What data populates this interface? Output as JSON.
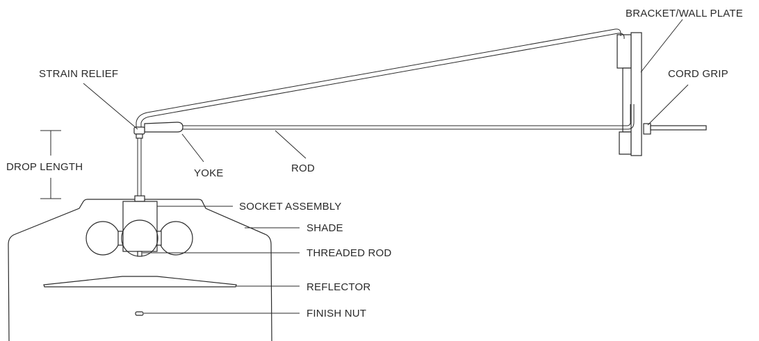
{
  "diagram": {
    "labels": {
      "bracket": "BRACKET/WALL PLATE",
      "cord_grip": "CORD GRIP",
      "strain_relief": "STRAIN RELIEF",
      "drop_length": "DROP LENGTH",
      "yoke": "YOKE",
      "rod": "ROD",
      "socket_assembly": "SOCKET ASSEMBLY",
      "shade": "SHADE",
      "threaded_rod": "THREADED ROD",
      "reflector": "REFLECTOR",
      "finish_nut": "FINISH NUT"
    }
  }
}
